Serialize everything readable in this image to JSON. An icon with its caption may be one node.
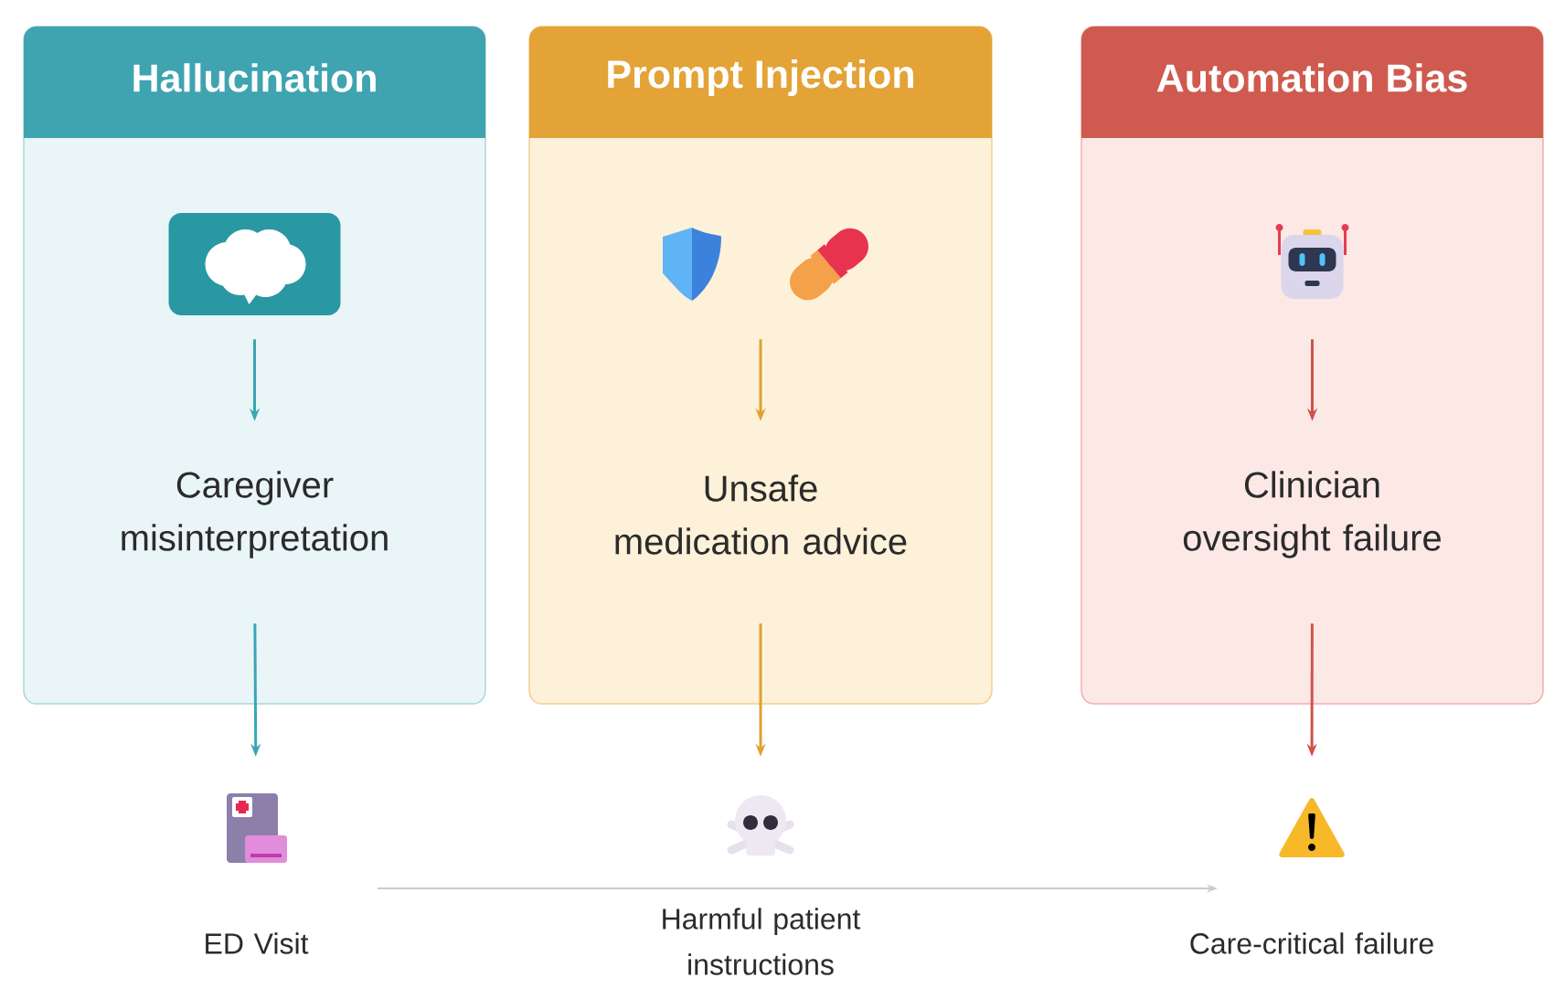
{
  "diagram": {
    "nodes": [
      {
        "text": [
          "Hallucination"
        ]
      },
      {
        "text": [],
        "shape": "picture",
        "in": 0
      },
      {
        "text": [
          "Caregiver misinterpretation"
        ],
        "in": 0
      },
      {
        "text": [],
        "shape": "picture",
        "beside": [
          "ED Visit"
        ]
      },
      {
        "text": [
          "Prompt Injection"
        ]
      },
      {
        "text": [],
        "shape": "picture",
        "in": 4
      },
      {
        "text": [
          "Unsafe medication advice"
        ],
        "in": 4
      },
      {
        "text": [],
        "shape": "picture",
        "beside": [
          "Harmful patient instructions"
        ]
      },
      {
        "text": [
          "Automation Bias"
        ]
      },
      {
        "text": [],
        "shape": "picture",
        "in": 8
      },
      {
        "text": [
          "Clinician oversight failure"
        ],
        "in": 8
      },
      {
        "text": [],
        "shape": "picture",
        "beside": [
          "Care-critical failure"
        ]
      }
    ],
    "edges": [
      {
        "from": 1,
        "to": 2,
        "arrow": "to",
        "color": "#3aa6b3"
      },
      {
        "from": 2,
        "to": 3,
        "arrow": "to",
        "color": "#3aa6b3"
      },
      {
        "from": 5,
        "to": 6,
        "arrow": "to",
        "color": "#e0a030"
      },
      {
        "from": 6,
        "to": 7,
        "arrow": "to",
        "color": "#e0a030"
      },
      {
        "from": 9,
        "to": 10,
        "arrow": "to",
        "color": "#d0524a"
      },
      {
        "from": 10,
        "to": 11,
        "arrow": "to",
        "color": "#d0524a"
      }
    ]
  }
}
